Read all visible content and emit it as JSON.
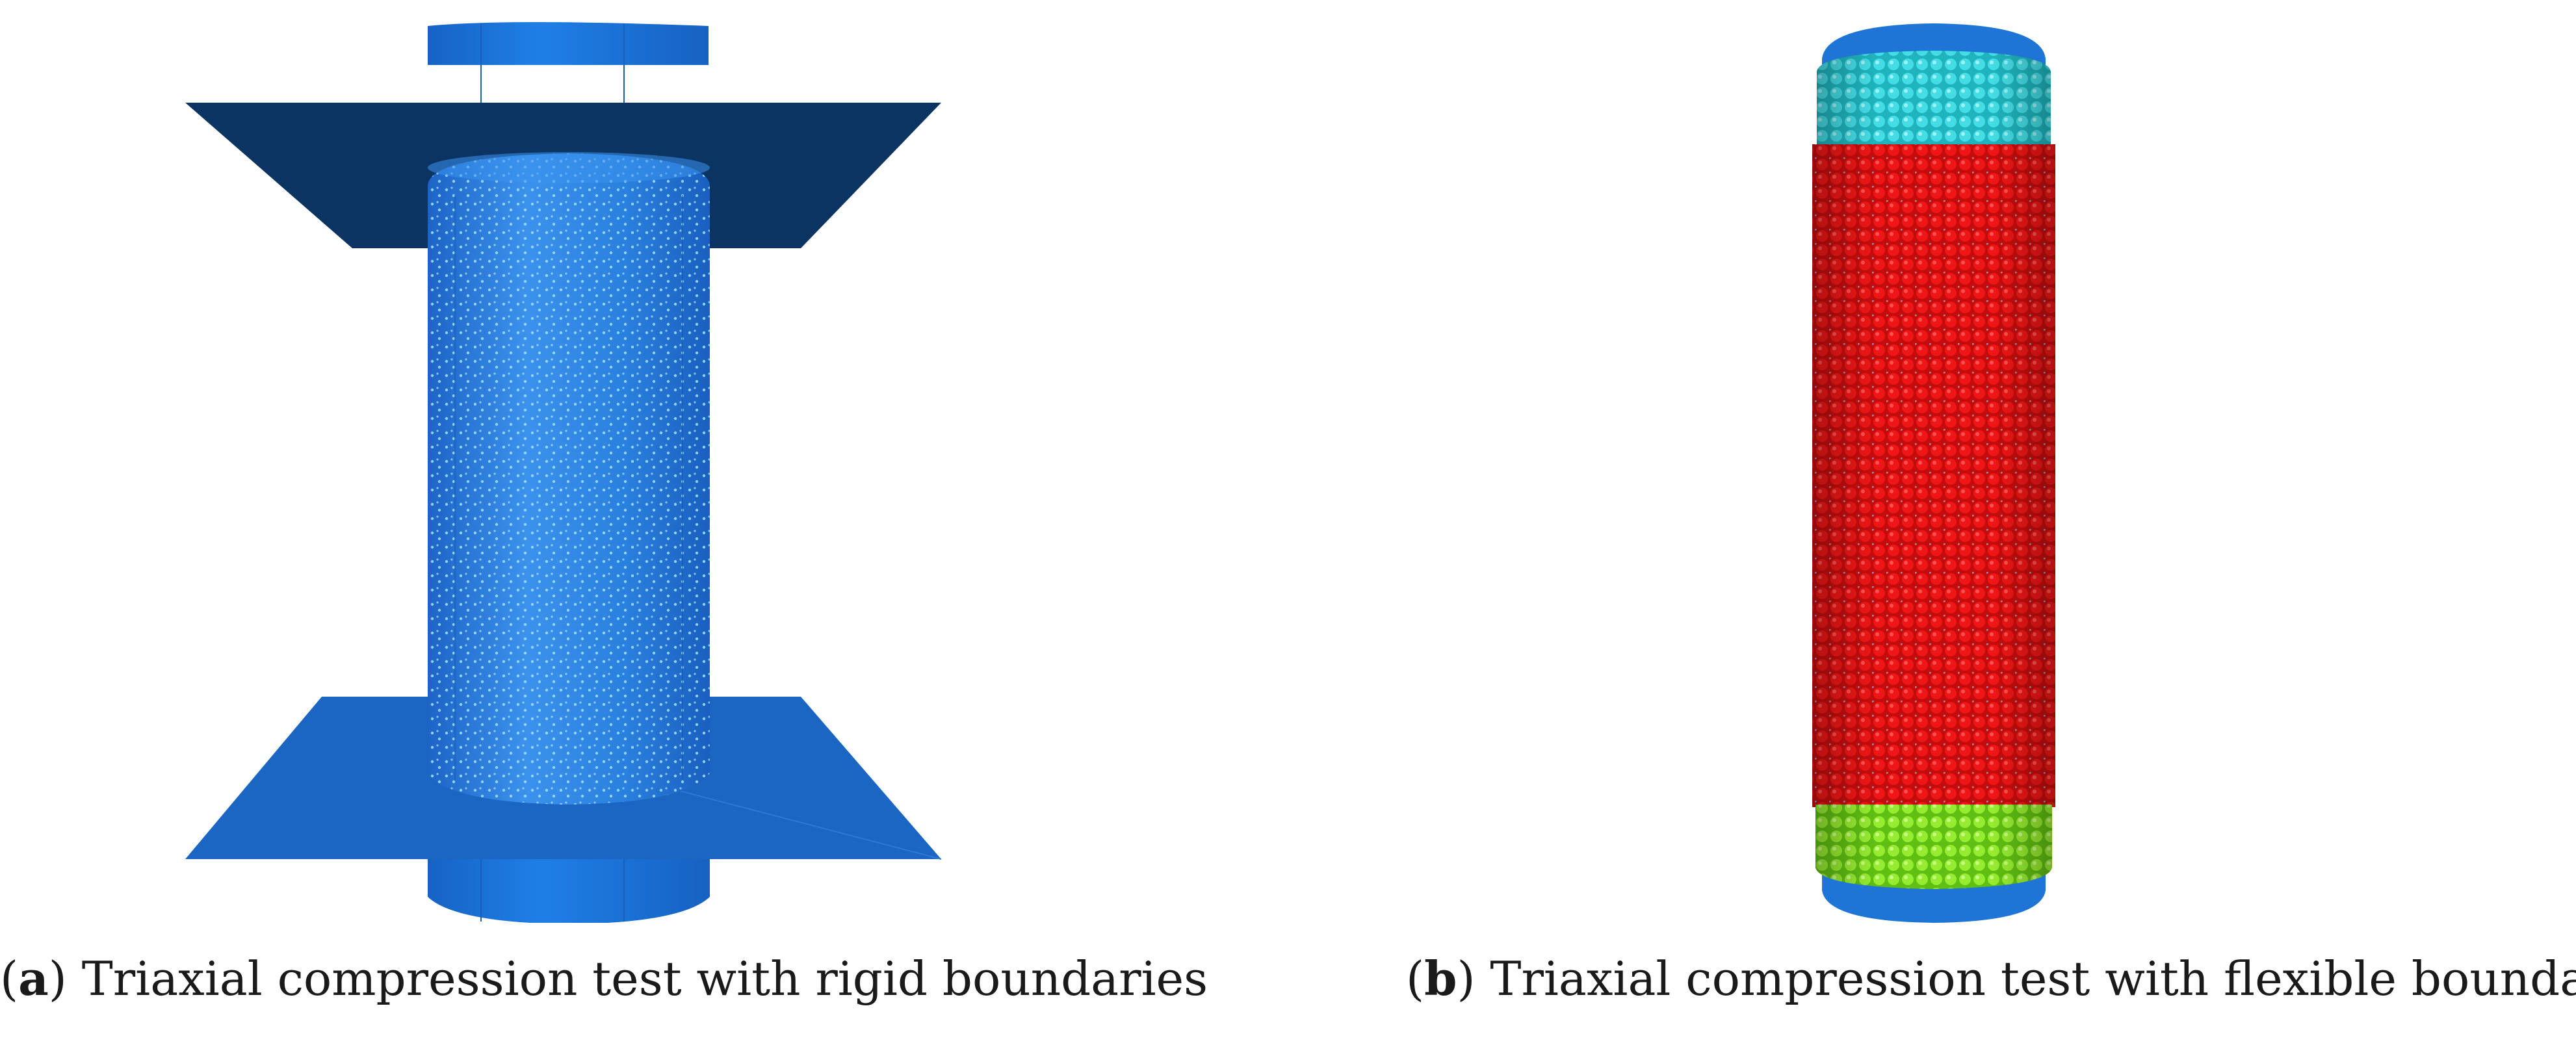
{
  "panels": [
    {
      "letter": "a",
      "caption": "Triaxial compression test with rigid boundaries",
      "colors": {
        "walls": "#1a66c2",
        "top_wall": "#0a2f5e",
        "specimen": "#2a82e0",
        "particles": "#8fd6f2"
      }
    },
    {
      "letter": "b",
      "caption": "Triaxial compression test with flexible boundaries",
      "colors": {
        "end_caps": "#1f75d6",
        "top_band": "#3fd7df",
        "membrane": "#e60f0f",
        "bottom_band": "#8ee62a"
      }
    }
  ]
}
